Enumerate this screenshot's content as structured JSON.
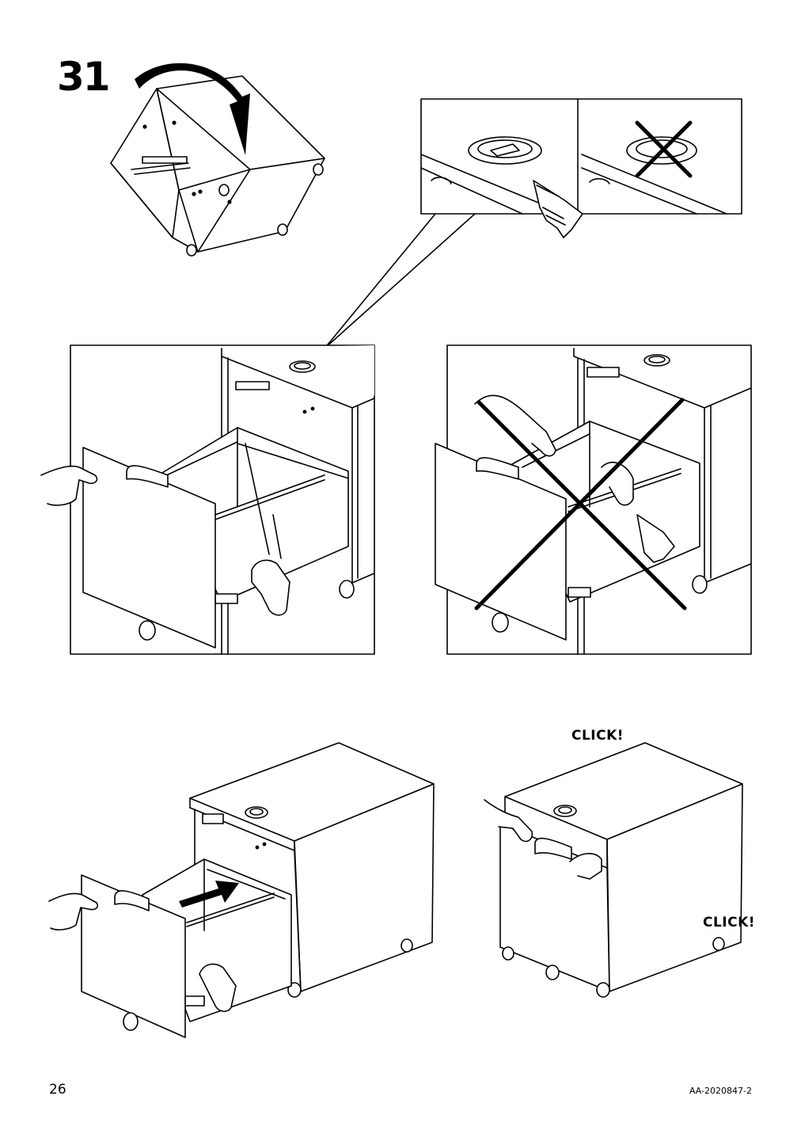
{
  "step": {
    "number": "31"
  },
  "callouts": {
    "click_top": "CLICK!",
    "click_side": "CLICK!"
  },
  "footer": {
    "page_number": "26",
    "document_code": "AA-2020847-2"
  },
  "illustrations": [
    {
      "name": "cabinet-tilt-illustration",
      "icon": "curved-arrow-icon"
    },
    {
      "name": "rail-detail-correct",
      "icon": "pointing-hand-icon"
    },
    {
      "name": "rail-detail-incorrect",
      "icon": "cross-mark-icon"
    },
    {
      "name": "drawer-removal-correct",
      "icon": "hand-icon"
    },
    {
      "name": "drawer-removal-incorrect",
      "icon": "cross-mark-icon"
    },
    {
      "name": "drawer-insert",
      "icon": "push-arrow-icon"
    },
    {
      "name": "drawer-closed",
      "icon": "hand-icon"
    }
  ]
}
